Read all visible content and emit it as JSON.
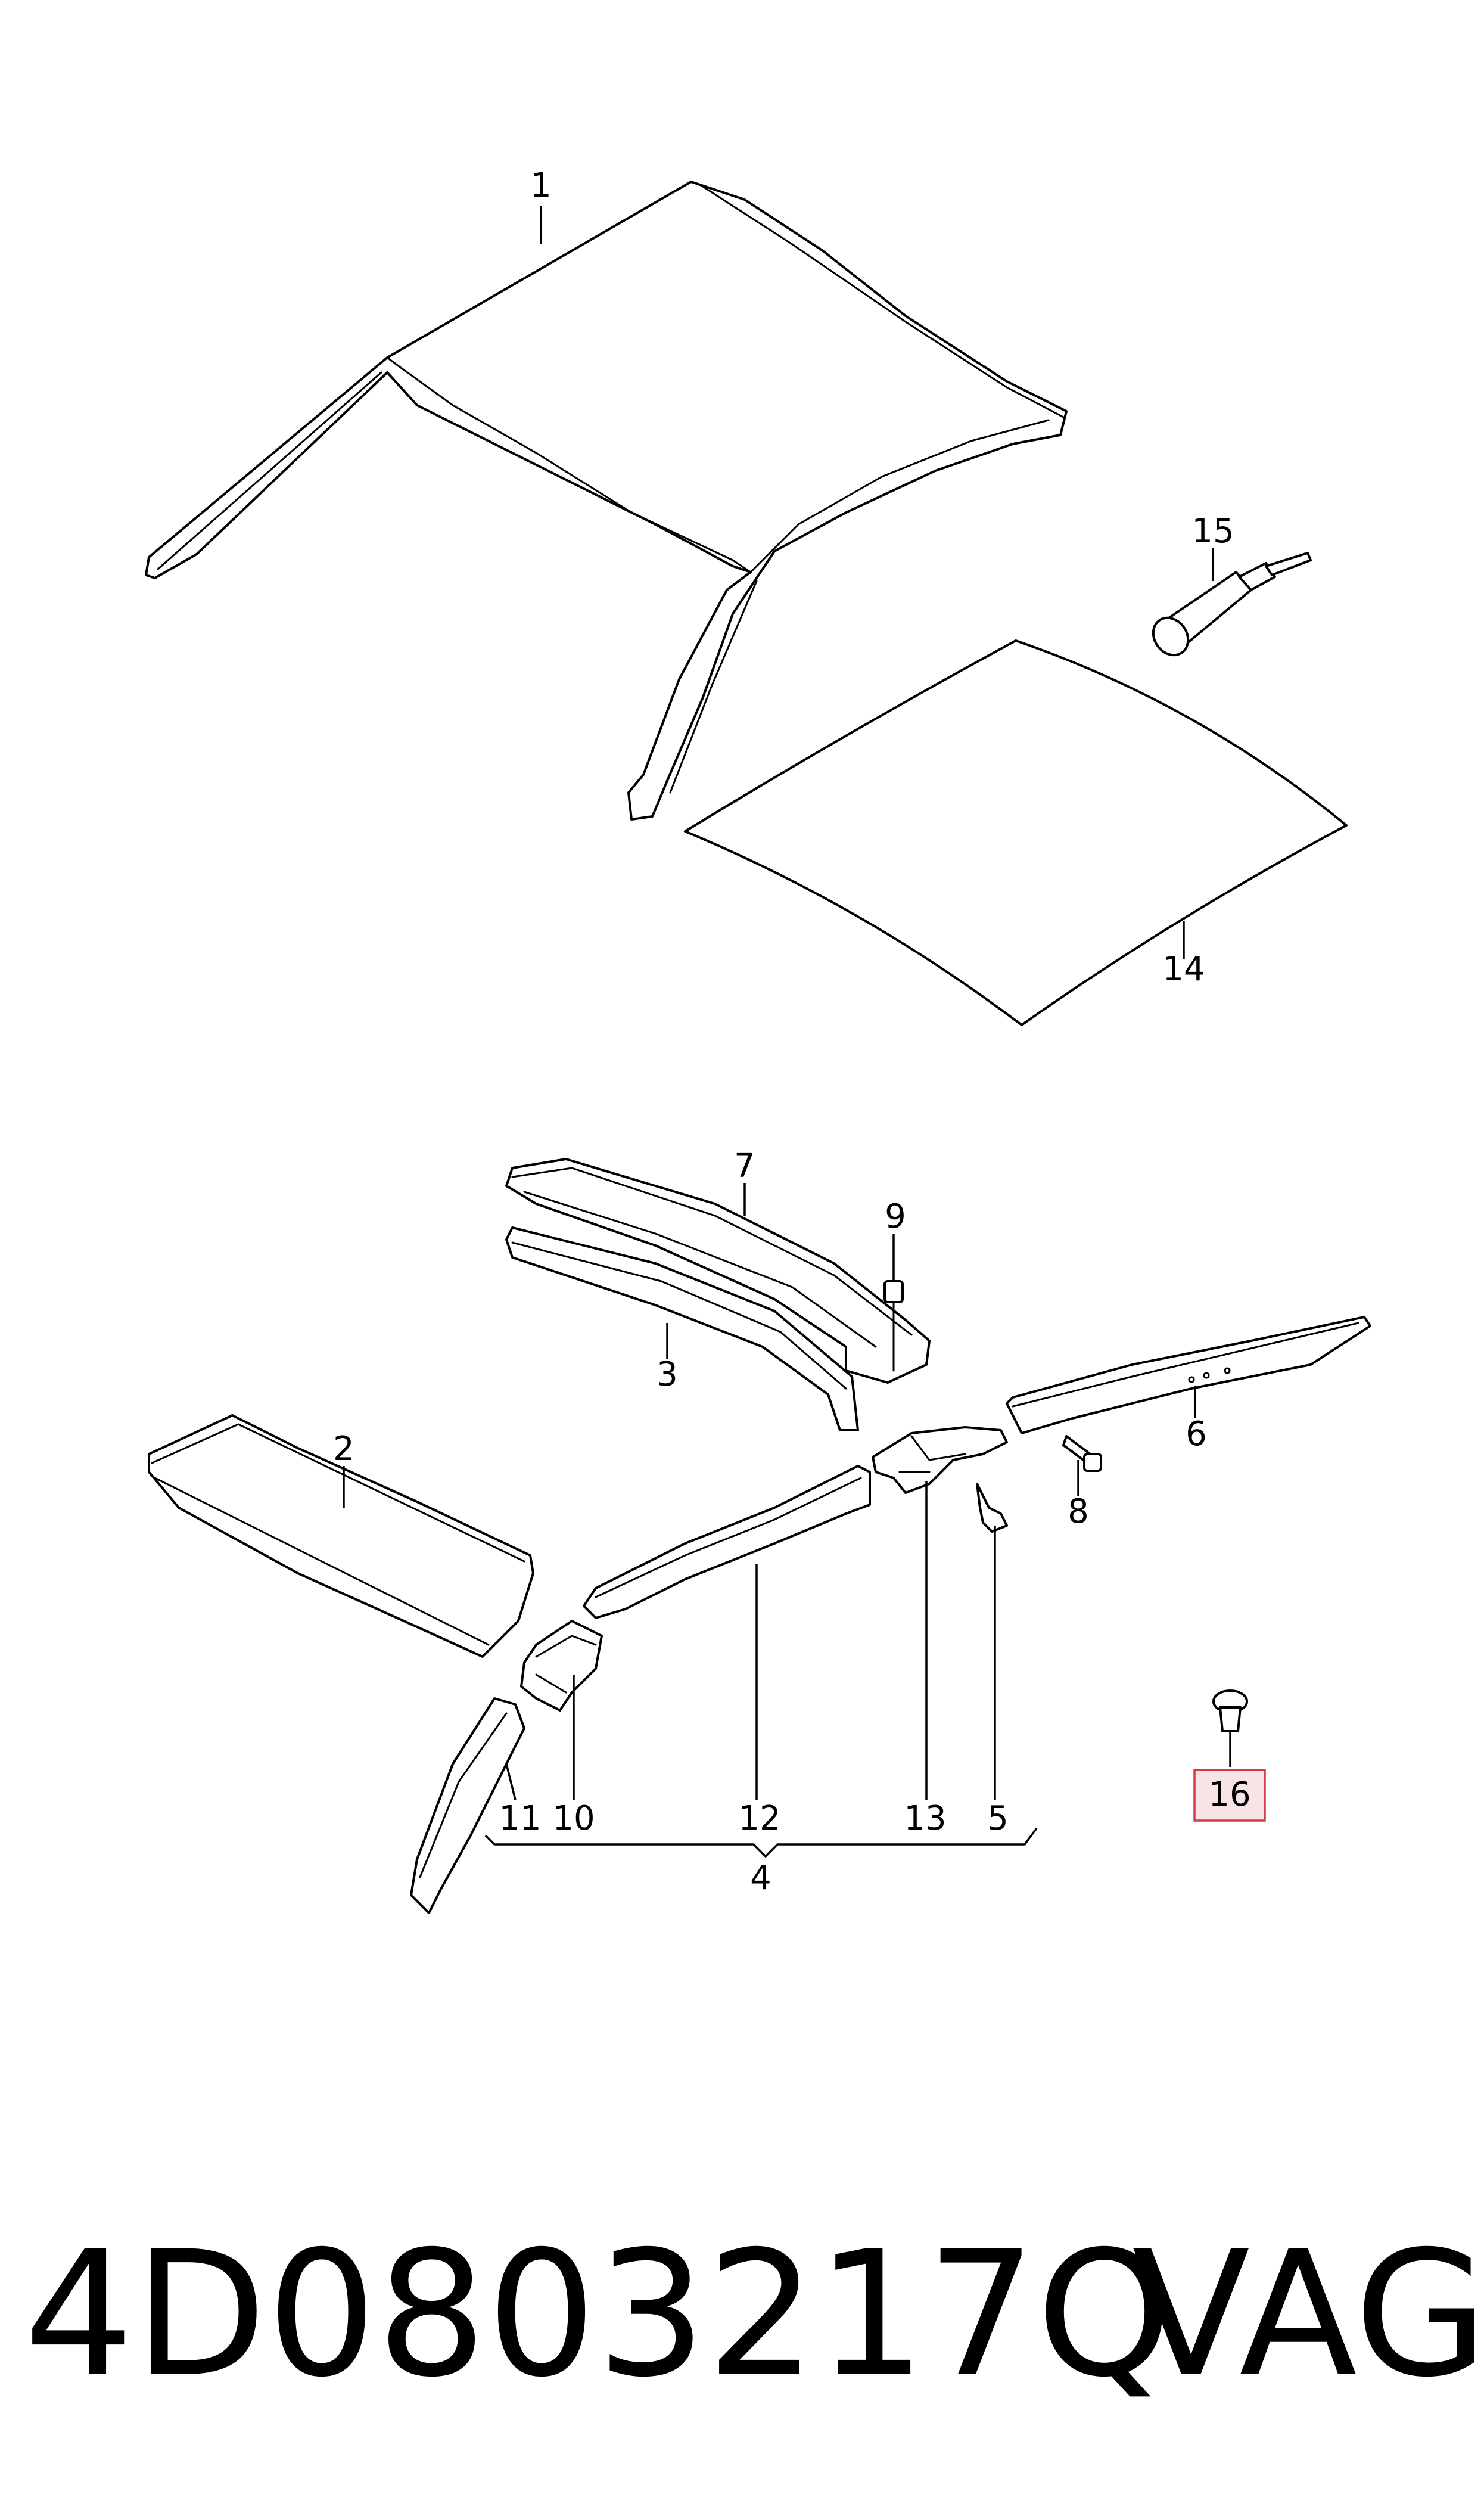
{
  "diagram": {
    "labels": {
      "p1": "1",
      "p2": "2",
      "p3": "3",
      "p4": "4",
      "p5": "5",
      "p6": "6",
      "p7": "7",
      "p8": "8",
      "p9": "9",
      "p10": "10",
      "p11": "11",
      "p12": "12",
      "p13": "13",
      "p14": "14",
      "p15": "15",
      "p16": "16"
    },
    "highlighted_part": "16",
    "highlight_color": "#d23c46"
  },
  "footer": {
    "part_number": "4D0803217Q",
    "brand": "VAG"
  }
}
